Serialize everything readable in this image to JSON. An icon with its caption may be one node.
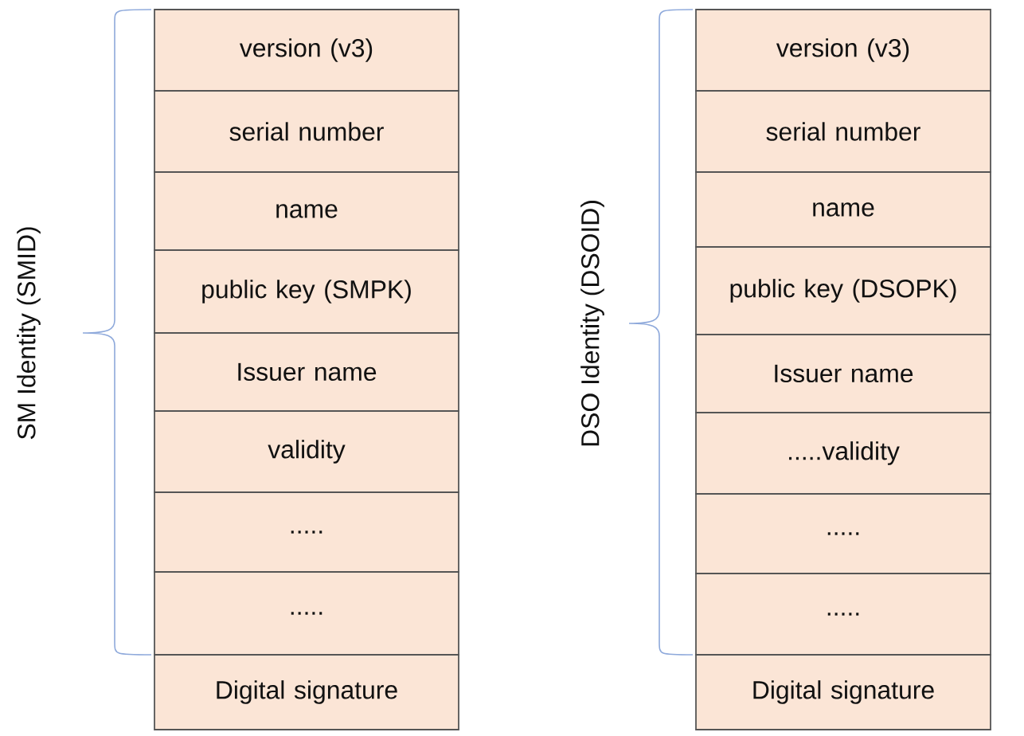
{
  "diagram": {
    "nodes": [
      {
        "text": [
          "version (v3)"
        ]
      },
      {
        "text": [
          "serial number"
        ]
      },
      {
        "text": [
          "name"
        ]
      },
      {
        "text": [
          "public key (SMPK)"
        ]
      },
      {
        "text": [
          "Issuer name"
        ]
      },
      {
        "text": [
          "validity"
        ]
      },
      {
        "text": [
          "....."
        ]
      },
      {
        "text": [
          "....."
        ]
      },
      {
        "text": [
          "Digital signature"
        ]
      },
      {
        "text": [
          "version (v3)"
        ]
      },
      {
        "text": [
          "serial number"
        ]
      },
      {
        "text": [
          "name"
        ]
      },
      {
        "text": [
          "public key (DSOPK)"
        ]
      },
      {
        "text": [
          "Issuer name"
        ]
      },
      {
        "text": [
          ".....validity"
        ]
      },
      {
        "text": [
          "....."
        ]
      },
      {
        "text": [
          "....."
        ]
      },
      {
        "text": [
          "Digital signature"
        ]
      }
    ],
    "labels": [
      "SM Identity (SMID)",
      "DSO Identity (DSOID)"
    ]
  }
}
